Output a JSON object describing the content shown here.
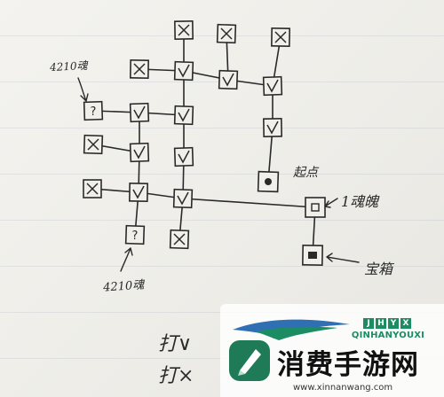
{
  "notes": {
    "soul_4210_top": "4210魂",
    "soul_4210_bottom": "4210魂",
    "start": "起点",
    "one_soul": "1魂魄",
    "chest": "宝箱",
    "legend_v": "打∨",
    "legend_x": "打×"
  },
  "cell_marks": {
    "fight": "✓",
    "skip": "✕",
    "unknown": "?",
    "start": "•",
    "soul": "□",
    "chest": "■"
  },
  "watermark": {
    "brand_letters": [
      "J",
      "H",
      "Y",
      "X"
    ],
    "pinyin": "QINHANYOUXI",
    "title": "消费手游网",
    "url": "www.xinnanwang.com"
  },
  "colors": {
    "ink": "#2a2a2a",
    "paper": "#efeee9",
    "brand_green": "#1c8c63",
    "brand_blue": "#2f6fb3"
  }
}
